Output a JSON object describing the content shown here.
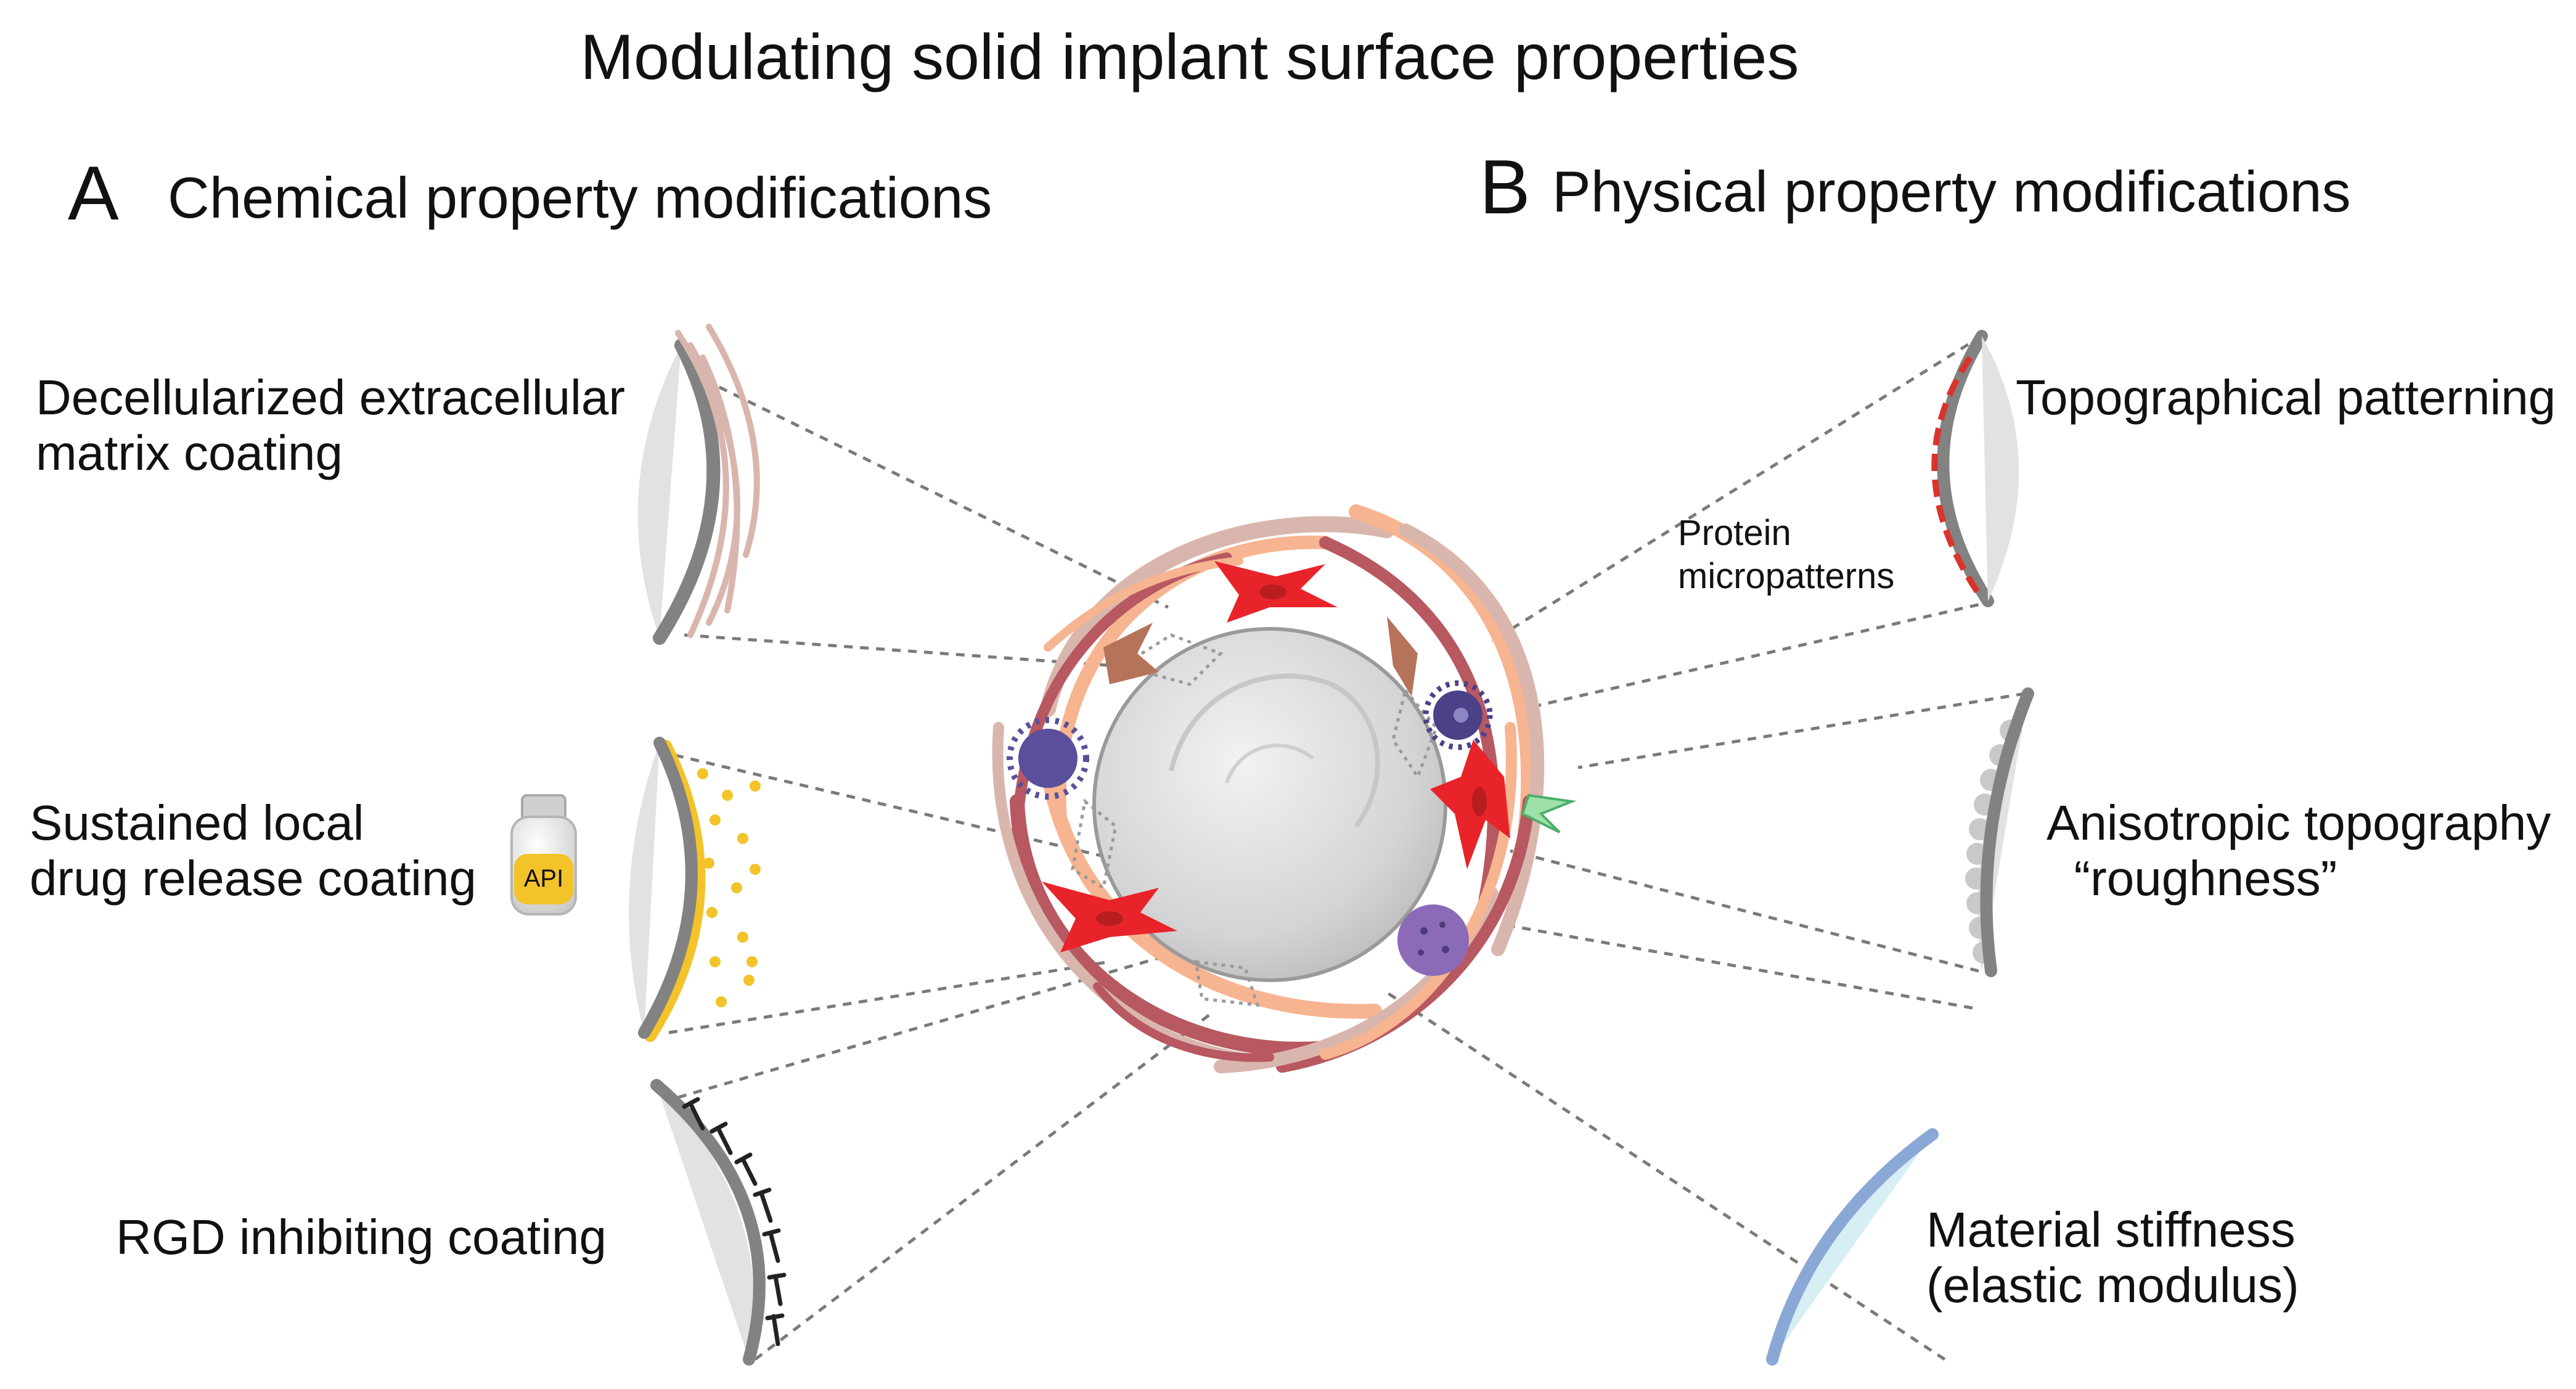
{
  "title": "Modulating solid implant surface properties",
  "panel_a": {
    "letter": "A",
    "title": "Chemical property modifications",
    "items": [
      {
        "label": "Decellularized extracellular\nmatrix coating"
      },
      {
        "label": "Sustained local\ndrug release coating",
        "bottle_label": "API"
      },
      {
        "label": "RGD inhibiting coating"
      }
    ]
  },
  "panel_b": {
    "letter": "B",
    "title": "Physical property modifications",
    "items": [
      {
        "label": "Topographical patterning",
        "sublabel": "Protein\nmicropatterns"
      },
      {
        "label": "Anisotropic topography\n  “roughness”"
      },
      {
        "label": "Material stiffness\n(elastic modulus)"
      }
    ]
  },
  "colors": {
    "implant_gray": "#d6d6d6",
    "lens_gray": "#e2e2e2",
    "edge_gray": "#828282",
    "drug_yellow": "#f3c32a",
    "pattern_red": "#d9342b",
    "stiffness_blue": "#8aa8d6",
    "stiffness_fill": "#d7eef5",
    "fibroblast_red": "#e8242a",
    "macrophage_purple": "#5a4f9a",
    "fiber_dark": "#b85860",
    "fiber_pink": "#d9b6ad",
    "fiber_peach": "#f7b490"
  }
}
